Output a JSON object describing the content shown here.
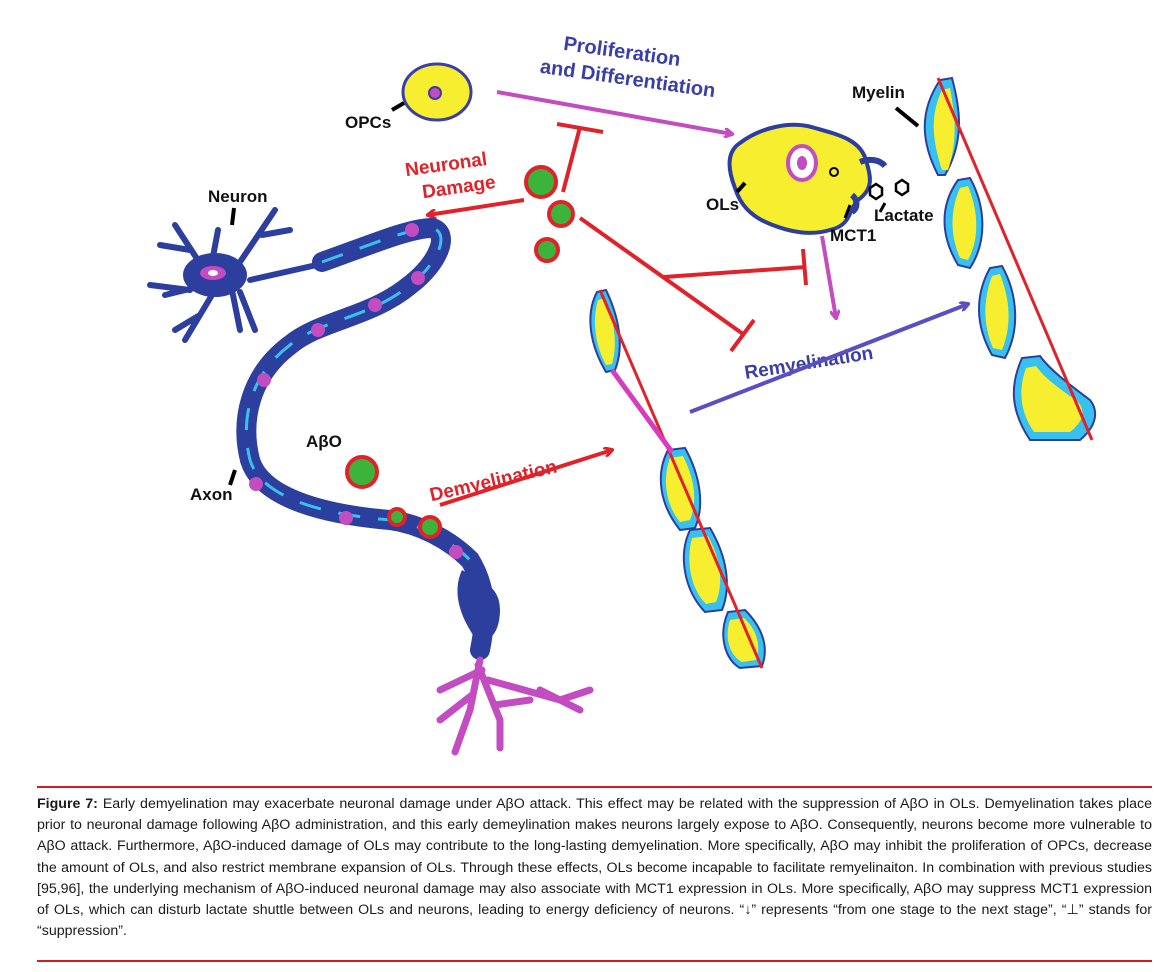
{
  "diagram": {
    "labels": {
      "opcs": "OPCs",
      "proliferation_line1": "Proliferation",
      "proliferation_line2": "and Differentiation",
      "neuronal_line1": "Neuronal",
      "neuronal_line2": "Damage",
      "neuron": "Neuron",
      "ols": "OLs",
      "mct1": "MCT1",
      "lactate": "Lactate",
      "myelin": "Myelin",
      "remyelination": "Remyelination",
      "abo": "AβO",
      "demyelination": "Demyelination",
      "axon": "Axon"
    },
    "colors": {
      "red": "#e0232b",
      "magenta": "#c24cc0",
      "blue_text": "#3a3fa8",
      "green": "#3cb43c",
      "yellow": "#f7ee30",
      "cyan": "#38c0ee",
      "navy": "#2c3e9e"
    }
  },
  "caption": {
    "label": "Figure 7:",
    "text": "Early demyelination may exacerbate neuronal damage under AβO attack. This effect may be related with the suppression of AβO in OLs. Demyelination takes place prior to neuronal damage following AβO administration, and this early demeylination makes neurons largely expose to AβO. Consequently, neurons become more vulnerable to AβO attack. Furthermore, AβO-induced damage of OLs may contribute to the long-lasting demyelination. More specifically, AβO may inhibit the proliferation of OPCs, decrease the amount of OLs, and also restrict membrane expansion of OLs. Through these effects, OLs become incapable to facilitate remyelinaiton. In combination with previous studies [95,96], the underlying mechanism of AβO-induced neuronal damage may also associate with MCT1 expression in OLs. More specifically, AβO may suppress MCT1 expression of OLs, which can disturb lactate shuttle between OLs and neurons, leading to energy deficiency of neurons. “↓” represents “from one stage to the next stage”, “⊥” stands for “suppression”."
  }
}
